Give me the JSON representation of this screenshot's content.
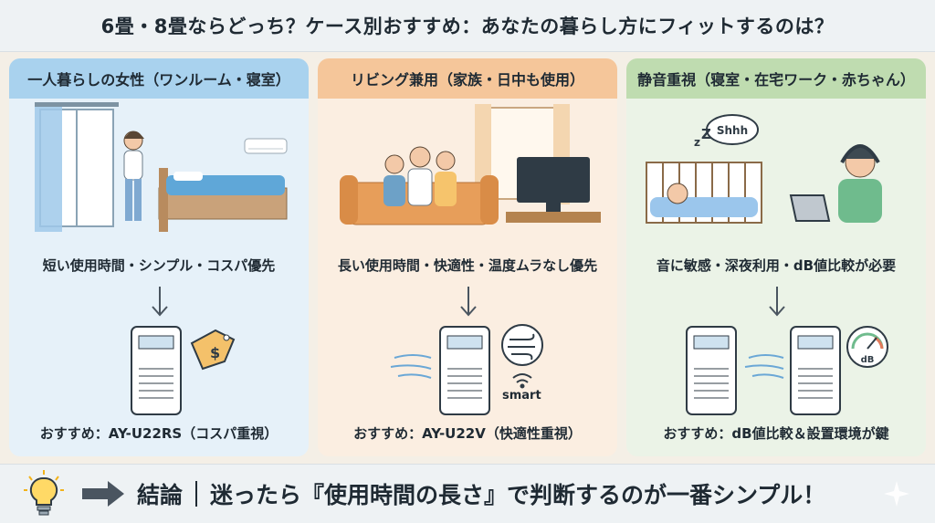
{
  "header": {
    "title": "6畳・8畳ならどっち？ケース別おすすめ：あなたの暮らし方にフィットするのは？"
  },
  "panels": [
    {
      "title": "一人暮らしの女性（ワンルーム・寝室）",
      "feature": "短い使用時間・シンプル・コスパ優先",
      "recommendation": "おすすめ：AY-U22RS（コスパ重視）",
      "color": "#a9d2ee"
    },
    {
      "title": "リビング兼用（家族・日中も使用）",
      "feature": "長い使用時間・快適性・温度ムラなし優先",
      "recommendation": "おすすめ：AY-U22V（快適性重視）",
      "smart_label": "smart",
      "color": "#f5c69a"
    },
    {
      "title": "静音重視（寝室・在宅ワーク・赤ちゃん）",
      "feature": "音に敏感・深夜利用・dB値比較が必要",
      "recommendation": "おすすめ：dB値比較＆設置環境が鍵",
      "speech": "Shhh",
      "zz": "z",
      "z_big": "Z",
      "meter_label": "dB",
      "color": "#bfdcb0"
    }
  ],
  "footer": {
    "label": "結論",
    "text": "迷ったら『使用時間の長さ』で判断するのが一番シンプル！"
  }
}
